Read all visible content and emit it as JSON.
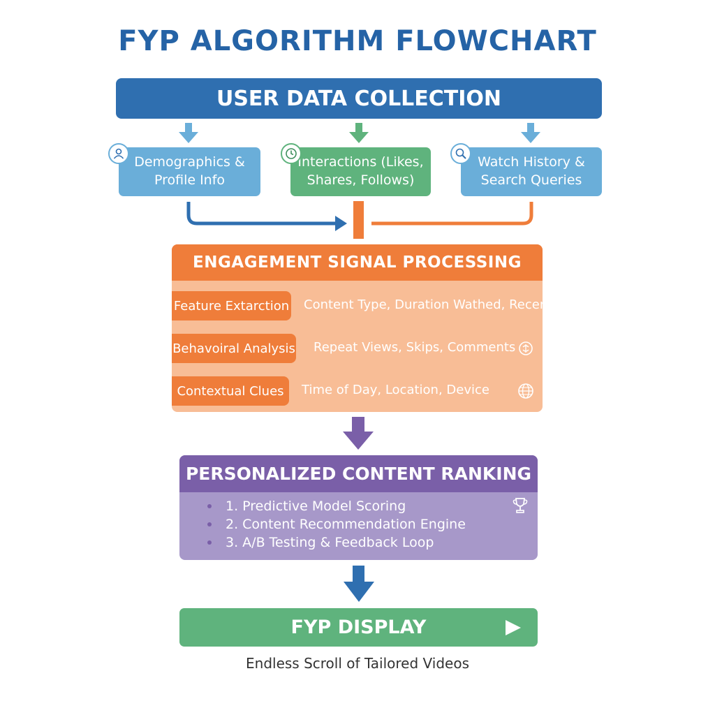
{
  "title": "FYP ALGORITHM FLOWCHART",
  "collection": {
    "header": "USER DATA COLLECTION",
    "sources": [
      {
        "line1": "Demographics &",
        "line2": "Profile Info",
        "icon": "user-icon"
      },
      {
        "line1": "Interactions (Likes,",
        "line2": "Shares, Follows)",
        "icon": "clock-icon"
      },
      {
        "line1": "Watch History &",
        "line2": "Search Queries",
        "icon": "search-icon"
      }
    ]
  },
  "processing": {
    "header": "ENGAGEMENT SIGNAL PROCESSING",
    "rows": [
      {
        "label": "Feature Extarction",
        "desc": "Content Type, Duration Wathed, Recency"
      },
      {
        "label": "Behavoiral Analysis",
        "desc": "Repeat Views, Skips, Comments",
        "icon": "brain-icon"
      },
      {
        "label": "Contextual Clues",
        "desc": "Time of Day, Location, Device",
        "icon": "globe-icon"
      }
    ]
  },
  "ranking": {
    "header": "PERSONALIZED CONTENT RANKING",
    "items": [
      "1. Predictive Model Scoring",
      "2. Content Recommendation Engine",
      "3. A/B Testing & Feedback Loop"
    ],
    "icon": "trophy-icon"
  },
  "display": {
    "label": "FYP DISPLAY",
    "icon": "play-icon"
  },
  "caption": "Endless Scroll of Tailored Videos",
  "colors": {
    "blue": "#2f6fb0",
    "light_blue": "#6aaed9",
    "green": "#5fb37d",
    "orange": "#ef7d3a",
    "purple": "#7a5fa8"
  }
}
